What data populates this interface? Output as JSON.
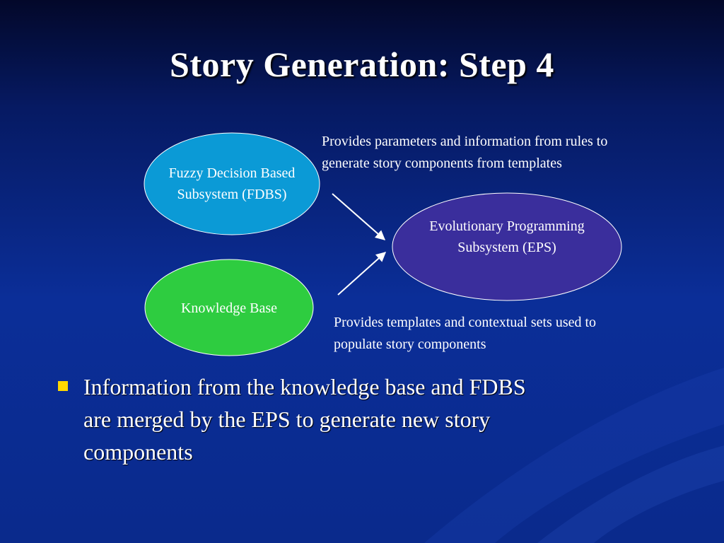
{
  "slide": {
    "title": "Story Generation: Step 4",
    "background_colors": [
      "#03082a",
      "#0b2e98"
    ]
  },
  "diagram": {
    "nodes": {
      "fdbs": {
        "label_line1": "Fuzzy Decision Based",
        "label_line2": "Subsystem (FDBS)",
        "fill": "#0b9ad6"
      },
      "kb": {
        "label": "Knowledge Base",
        "fill": "#2ecc40"
      },
      "eps": {
        "label_line1": "Evolutionary Programming",
        "label_line2": "Subsystem (EPS)",
        "fill": "#3a2e9c"
      }
    },
    "annotations": {
      "fdbs_note_line1": "Provides parameters and information from rules to",
      "fdbs_note_line2": "generate story components from templates",
      "kb_note_line1": "Provides templates and contextual sets used to",
      "kb_note_line2": "populate story components"
    }
  },
  "bullets": [
    {
      "line1": "Information from the knowledge base and FDBS",
      "line2": "are merged by the EPS to generate new story",
      "line3": "components",
      "marker_color": "#ffd800"
    }
  ]
}
